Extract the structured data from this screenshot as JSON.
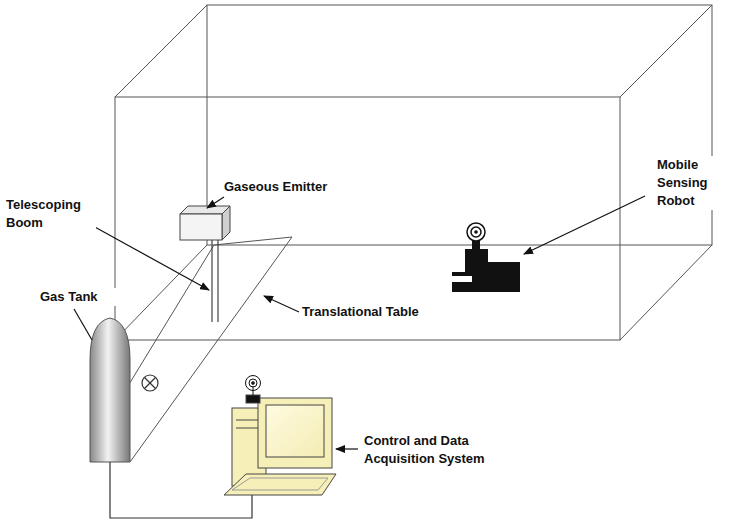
{
  "diagram": {
    "labels": [
      "Gaseous Emitter",
      "Telescoping Boom",
      "Mobile Sensing Robot",
      "Gas Tank",
      "Translational Table",
      "Control and Data Acquisition System"
    ]
  }
}
